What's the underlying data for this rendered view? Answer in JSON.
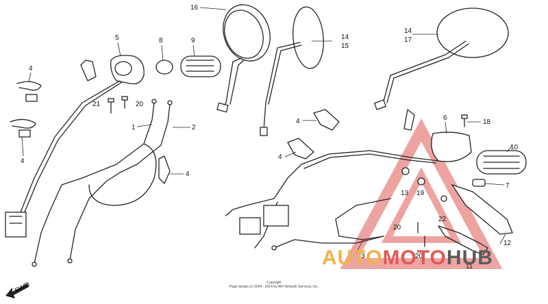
{
  "callouts": [
    {
      "id": "c16",
      "label": "16"
    },
    {
      "id": "c14a",
      "label": "14"
    },
    {
      "id": "c15",
      "label": "15"
    },
    {
      "id": "c14b",
      "label": "14"
    },
    {
      "id": "c17",
      "label": "17"
    },
    {
      "id": "c5",
      "label": "5"
    },
    {
      "id": "c8",
      "label": "8"
    },
    {
      "id": "c9",
      "label": "9"
    },
    {
      "id": "c4a",
      "label": "4"
    },
    {
      "id": "c4b",
      "label": "4"
    },
    {
      "id": "c21",
      "label": "21"
    },
    {
      "id": "c20a",
      "label": "20"
    },
    {
      "id": "c1",
      "label": "1"
    },
    {
      "id": "c2",
      "label": "2"
    },
    {
      "id": "c4c",
      "label": "4"
    },
    {
      "id": "c4d",
      "label": "4"
    },
    {
      "id": "c4e",
      "label": "4"
    },
    {
      "id": "c6",
      "label": "6"
    },
    {
      "id": "c18",
      "label": "18"
    },
    {
      "id": "c10",
      "label": "10"
    },
    {
      "id": "c13",
      "label": "13"
    },
    {
      "id": "c19",
      "label": "19"
    },
    {
      "id": "c7",
      "label": "7"
    },
    {
      "id": "c22",
      "label": "22"
    },
    {
      "id": "c20b",
      "label": "20"
    },
    {
      "id": "c12",
      "label": "12"
    },
    {
      "id": "c3",
      "label": "3"
    },
    {
      "id": "c20c",
      "label": "20"
    },
    {
      "id": "c11",
      "label": "11"
    }
  ],
  "fwd_label": "FWD",
  "footer": {
    "line1": "Copyright",
    "line2": "Page design (c) 2004 - 2014 by ARI Network Services, Inc."
  },
  "watermark": {
    "part1": "AUTO",
    "part2": "MOTO",
    "part3": "HUB"
  }
}
